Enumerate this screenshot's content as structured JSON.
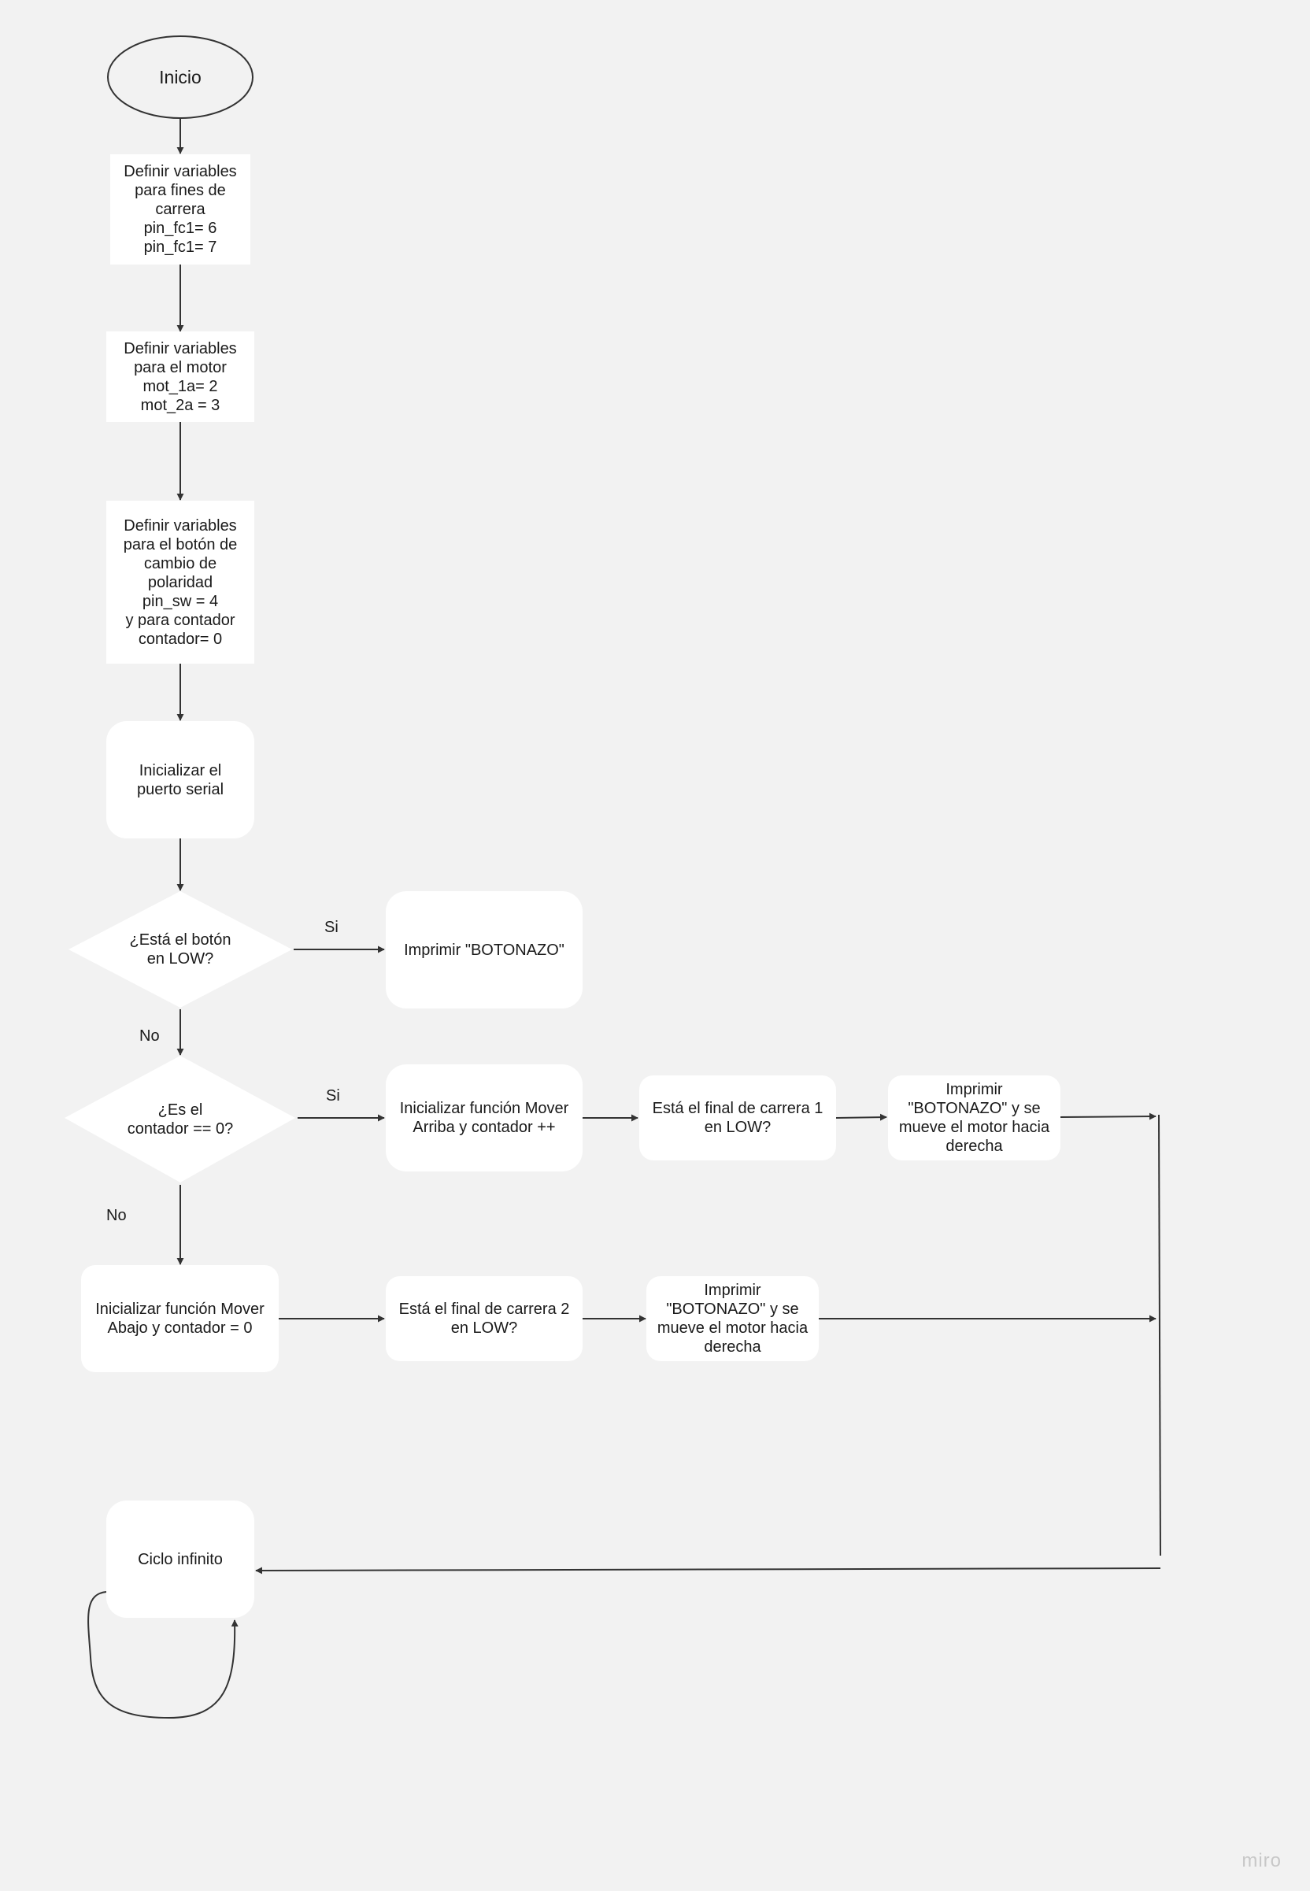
{
  "colors": {
    "background": "#f2f2f2",
    "node_fill": "#ffffff",
    "line": "#333333",
    "text": "#1a1a1a",
    "watermark": "#c8c8c8"
  },
  "nodes": {
    "inicio": "Inicio",
    "define_fc": "Definir variables\npara fines de\ncarrera\npin_fc1= 6\npin_fc1= 7",
    "define_motor": "Definir variables\npara el motor\nmot_1a= 2\nmot_2a = 3",
    "define_boton": "Definir variables\npara el botón de\ncambio de\npolaridad\npin_sw = 4\ny para contador\ncontador= 0",
    "init_serial": "Inicializar el\npuerto serial",
    "decision_boton": "¿Está el botón\nen LOW?",
    "print_botonazo": "Imprimir \"BOTONAZO\"",
    "decision_contador": "¿Es el\ncontador == 0?",
    "mover_arriba": "Inicializar función Mover\nArriba y contador ++",
    "fc1_low": "Está el final de carrera 1\nen LOW?",
    "print_derecha_1": "Imprimir\n\"BOTONAZO\" y se\nmueve el motor hacia\nderecha",
    "mover_abajo": "Inicializar función Mover\nAbajo y contador = 0",
    "fc2_low": "Está el final de carrera 2\nen LOW?",
    "print_derecha_2": "Imprimir\n\"BOTONAZO\" y se\nmueve el motor hacia\nderecha",
    "ciclo": "Ciclo infinito"
  },
  "labels": {
    "si_1": "Si",
    "no_1": "No",
    "si_2": "Si",
    "no_2": "No"
  },
  "watermark": "miro"
}
